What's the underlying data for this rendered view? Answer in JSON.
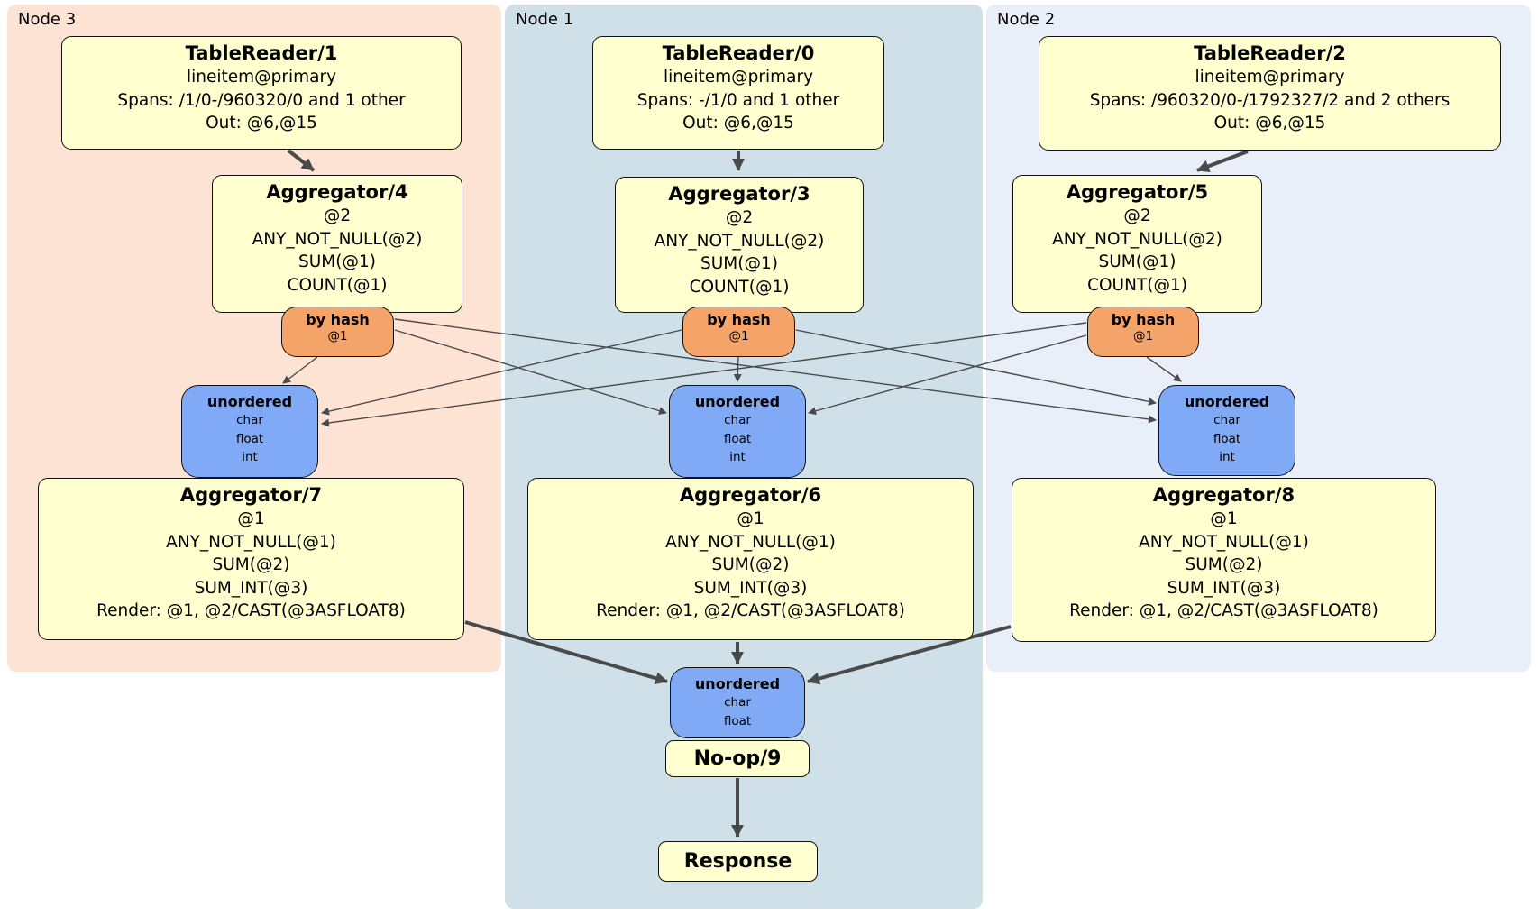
{
  "diagram": {
    "nodes": [
      {
        "label": "Node 3",
        "table_reader": {
          "title": "TableReader/1",
          "lines": [
            "lineitem@primary",
            "Spans: /1/0-/960320/0 and 1 other",
            "Out: @6,@15"
          ]
        },
        "pre_aggregator": {
          "title": "Aggregator/4",
          "lines": [
            "@2",
            "ANY_NOT_NULL(@2)",
            "SUM(@1)",
            "COUNT(@1)"
          ]
        },
        "router": {
          "title": "by hash",
          "detail": "@1"
        },
        "sync": {
          "title": "unordered",
          "lines": [
            "char",
            "float",
            "int"
          ]
        },
        "post_aggregator": {
          "title": "Aggregator/7",
          "lines": [
            "@1",
            "ANY_NOT_NULL(@1)",
            "SUM(@2)",
            "SUM_INT(@3)",
            "Render: @1, @2/CAST(@3ASFLOAT8)"
          ]
        }
      },
      {
        "label": "Node 1",
        "table_reader": {
          "title": "TableReader/0",
          "lines": [
            "lineitem@primary",
            "Spans: -/1/0 and 1 other",
            "Out: @6,@15"
          ]
        },
        "pre_aggregator": {
          "title": "Aggregator/3",
          "lines": [
            "@2",
            "ANY_NOT_NULL(@2)",
            "SUM(@1)",
            "COUNT(@1)"
          ]
        },
        "router": {
          "title": "by hash",
          "detail": "@1"
        },
        "sync": {
          "title": "unordered",
          "lines": [
            "char",
            "float",
            "int"
          ]
        },
        "post_aggregator": {
          "title": "Aggregator/6",
          "lines": [
            "@1",
            "ANY_NOT_NULL(@1)",
            "SUM(@2)",
            "SUM_INT(@3)",
            "Render: @1, @2/CAST(@3ASFLOAT8)"
          ]
        }
      },
      {
        "label": "Node 2",
        "table_reader": {
          "title": "TableReader/2",
          "lines": [
            "lineitem@primary",
            "Spans: /960320/0-/1792327/2 and 2 others",
            "Out: @6,@15"
          ]
        },
        "pre_aggregator": {
          "title": "Aggregator/5",
          "lines": [
            "@2",
            "ANY_NOT_NULL(@2)",
            "SUM(@1)",
            "COUNT(@1)"
          ]
        },
        "router": {
          "title": "by hash",
          "detail": "@1"
        },
        "sync": {
          "title": "unordered",
          "lines": [
            "char",
            "float",
            "int"
          ]
        },
        "post_aggregator": {
          "title": "Aggregator/8",
          "lines": [
            "@1",
            "ANY_NOT_NULL(@1)",
            "SUM(@2)",
            "SUM_INT(@3)",
            "Render: @1, @2/CAST(@3ASFLOAT8)"
          ]
        }
      }
    ],
    "final_stage": {
      "sync": {
        "title": "unordered",
        "lines": [
          "char",
          "float"
        ]
      },
      "noop": {
        "title": "No-op/9"
      },
      "response": {
        "title": "Response"
      }
    },
    "colors": {
      "node3_bg": "#fce3d4",
      "node1_bg": "#d0e0e9",
      "node2_bg": "#e9eff9",
      "processor_bg": "#ffffcf",
      "router_bg": "#f4a469",
      "sync_bg": "#80aaf5",
      "edge": "#4a4a4a"
    }
  }
}
